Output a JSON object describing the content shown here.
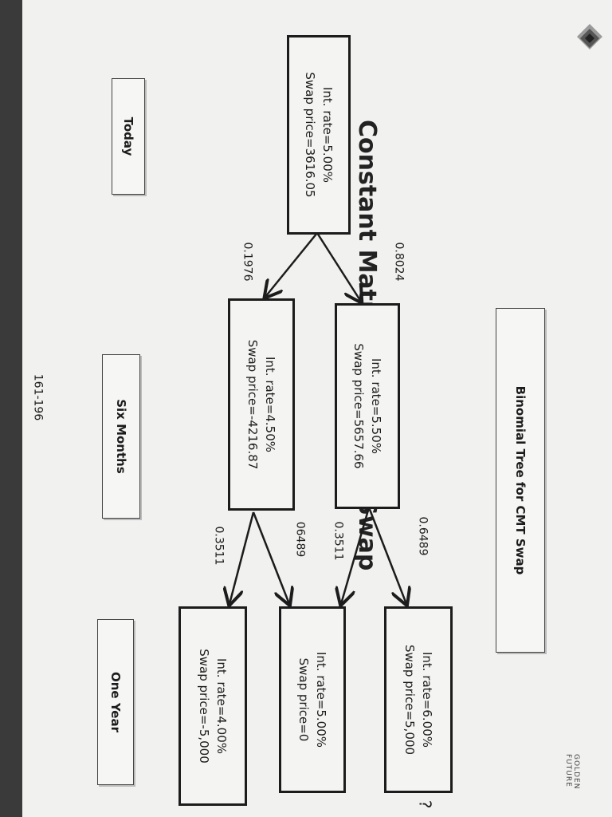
{
  "title": "Constant Maturity Treasury Swap",
  "subtitle": "Binomial Tree for CMT Swap",
  "brand": "GOLDEN FUTURE",
  "page_number": "161-196",
  "question_mark": "?",
  "time_labels": {
    "today": "Today",
    "six_months": "Six Months",
    "one_year": "One Year"
  },
  "nodes": {
    "root": {
      "rate": "Int. rate=5.00%",
      "price": "Swap price=3616.05"
    },
    "up": {
      "rate": "Int. rate=5.50%",
      "price": "Swap price=5657.66"
    },
    "down": {
      "rate": "Int. rate=4.50%",
      "price": "Swap price=-4216.87"
    },
    "uu": {
      "rate": "Int. rate=6.00%",
      "price": "Swap price=5,000"
    },
    "ud": {
      "rate": "Int. rate=5.00%",
      "price": "Swap price=0"
    },
    "dd": {
      "rate": "Int. rate=4.00%",
      "price": "Swap price=-5,000"
    }
  },
  "probabilities": {
    "root_up": "0.8024",
    "root_down": "0.1976",
    "up_up": "0.6489",
    "up_down": "0.3511",
    "down_up": "06489",
    "down_down": "0.3511"
  },
  "colors": {
    "ink": "#1c1c1c",
    "paper": "#f1f1ef",
    "binding": "#3a3a3a"
  }
}
